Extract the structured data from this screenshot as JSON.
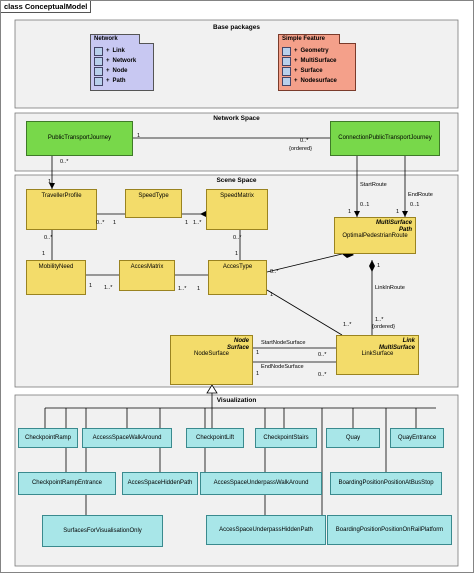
{
  "title": "class ConceptualModel",
  "base_packages": {
    "title": "Base packages",
    "network": {
      "name": "Network",
      "items": [
        "Link",
        "Network",
        "Node",
        "Path"
      ]
    },
    "simple_feature": {
      "name": "Simple Feature",
      "items": [
        "Geometry",
        "MultiSurface",
        "Surface",
        "Nodesurface"
      ]
    }
  },
  "network_space": {
    "title": "Network Space",
    "public_transport_journey": "PublicTransportJourney",
    "connection_public_transport_journey": "ConnectionPublicTransportJourney",
    "assoc_mult": "0..*",
    "assoc_ordered": "{ordered}",
    "ptj_to_traveller_mult": "0..*",
    "start_route_role": "StartRoute",
    "start_route_mult": "0..1",
    "end_route_role": "EndRoute",
    "end_route_mult": "0..1"
  },
  "scene_space": {
    "title": "Scene Space",
    "traveller_profile": "TravellerProfile",
    "speed_type": "SpeedType",
    "speed_matrix": "SpeedMatrix",
    "mobility_need": "MobilityNeed",
    "acces_matrix": "AccesMatrix",
    "acces_type": "AccesType",
    "optimal_path_stereo_1": "MultiSurface",
    "optimal_path_stereo_2": "Path",
    "optimal_path_name": "OptimalPedestrianRoute",
    "link_stereo_1": "Link",
    "link_stereo_2": "MultiSurface",
    "link_name": "LinkSurface",
    "node_stereo_1": "Node",
    "node_stereo_2": "Surface",
    "node_name": "NodeSurface",
    "link_in_route_role": "LinkInRoute",
    "start_node_role": "StartNodeSurface",
    "end_node_role": "EndNodeSurface",
    "m1": "1",
    "m_0_n": "0..*",
    "m_1_n": "1..*",
    "m_ordered": "{ordered}"
  },
  "visualization": {
    "title": "Visualization",
    "row1": [
      "CheckpointRamp",
      "AccessSpaceWalkAround",
      "CheckpointLift",
      "CheckpointStairs",
      "Quay",
      "QuayEntrance"
    ],
    "row2": [
      "CheckpointRampEntrance",
      "AccesSpaceHiddenPath",
      "AccesSpaceUnderpassWalkAround",
      "BoardingPositionPositionAtBusStop"
    ],
    "row3": [
      "SurfacesForVisualisationOnly",
      "AccesSpaceUnderpassHiddenPath",
      "BoardingPositionPositionOnRailPlatform"
    ]
  },
  "colors": {
    "network_class": "#78d84a",
    "scene_class": "#f3dc6a",
    "visual_class": "#a8e6e8",
    "network_pkg": "#c8c8f2",
    "simple_pkg": "#f4a08a"
  }
}
